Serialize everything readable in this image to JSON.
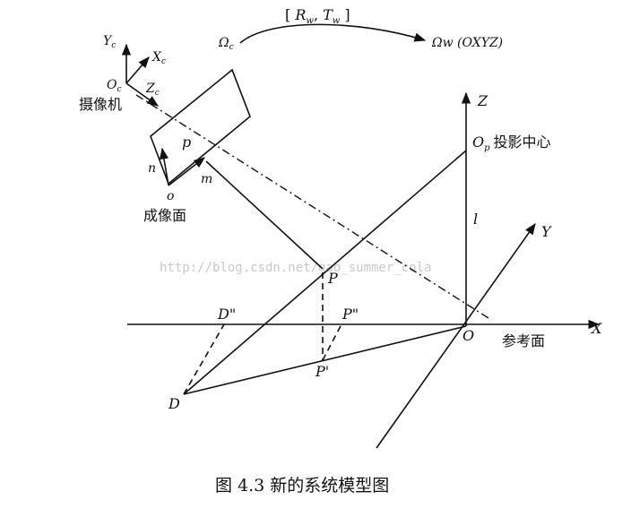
{
  "transform_label": "[ R_w,  T_w ]",
  "transform": {
    "r": "R",
    "r_sub": "w",
    "t": "T",
    "t_sub": "w"
  },
  "omega_c": {
    "main": "Ω",
    "sub": "c"
  },
  "omega_w": "Ωw (OXYZ)",
  "camera": {
    "label": "摄像机",
    "axis_y": {
      "main": "Y",
      "sub": "c"
    },
    "axis_x": {
      "main": "X",
      "sub": "c"
    },
    "axis_z": {
      "main": "Z",
      "sub": "c"
    },
    "origin": {
      "main": "O",
      "sub": "c"
    }
  },
  "image_plane": {
    "label": "成像面",
    "point_p": "p",
    "axis_n": "n",
    "axis_m": "m",
    "origin": "o"
  },
  "world": {
    "axis_z": "Z",
    "axis_y": "Y",
    "axis_x": "X",
    "origin": "O",
    "projection_center": {
      "main": "O",
      "sub": "p",
      "text": "投影中心"
    },
    "l_label": "l",
    "reference_plane": "参考面"
  },
  "points": {
    "P": "P",
    "P_double": "P\"",
    "P_prime": "P'",
    "D_double": "D\"",
    "D": "D"
  },
  "watermark": "http://blog.csdn.net/gao_summer_cola",
  "caption": "图 4.3   新的系统模型图"
}
